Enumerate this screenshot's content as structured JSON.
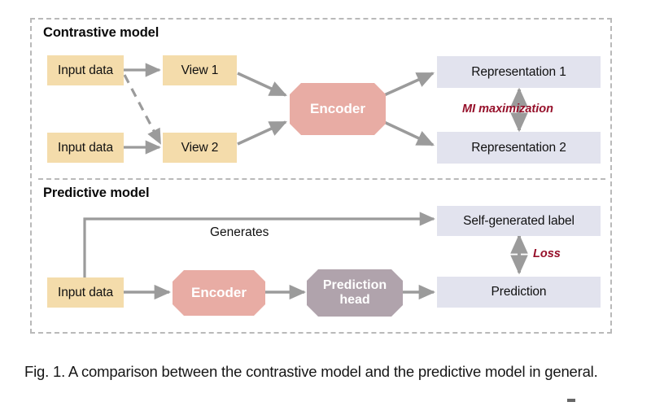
{
  "figure": {
    "caption": "Fig. 1. A comparison between the contrastive model and the predictive model in general.",
    "colors": {
      "input_box": "#f4dcab",
      "representation_box": "#e2e3ee",
      "encoder": "#e8aca4",
      "prediction_head": "#b0a3ac",
      "arrow": "#9b9b9b",
      "annotation_text": "#96102a",
      "frame_dashed": "#b9b9b9"
    }
  },
  "contrastive_panel": {
    "title": "Contrastive model",
    "nodes": {
      "input_data_top": "Input data",
      "input_data_bottom": "Input data",
      "view_1": "View 1",
      "view_2": "View 2",
      "encoder": "Encoder",
      "representation_1": "Representation 1",
      "representation_2": "Representation 2"
    },
    "annotations": {
      "mi_maximization": "MI maximization"
    },
    "edges": [
      {
        "from": "input_data_top",
        "to": "view_1",
        "style": "solid",
        "arrow": "single"
      },
      {
        "from": "input_data_top",
        "to": "view_2",
        "style": "dashed",
        "arrow": "single"
      },
      {
        "from": "input_data_bottom",
        "to": "view_2",
        "style": "solid",
        "arrow": "single"
      },
      {
        "from": "view_1",
        "to": "encoder",
        "style": "solid",
        "arrow": "single"
      },
      {
        "from": "view_2",
        "to": "encoder",
        "style": "solid",
        "arrow": "single"
      },
      {
        "from": "encoder",
        "to": "representation_1",
        "style": "solid",
        "arrow": "single"
      },
      {
        "from": "encoder",
        "to": "representation_2",
        "style": "solid",
        "arrow": "single"
      },
      {
        "from": "representation_1",
        "to": "representation_2",
        "style": "solid",
        "arrow": "double",
        "label": "MI maximization"
      }
    ]
  },
  "predictive_panel": {
    "title": "Predictive model",
    "nodes": {
      "input_data": "Input data",
      "encoder": "Encoder",
      "prediction_head": "Prediction\nhead",
      "prediction_head_line1": "Prediction",
      "prediction_head_line2": "head",
      "self_generated_label": "Self-generated label",
      "prediction": "Prediction"
    },
    "annotations": {
      "generates": "Generates",
      "loss": "Loss"
    },
    "edges": [
      {
        "from": "input_data",
        "to": "self_generated_label",
        "style": "solid",
        "arrow": "single",
        "label": "Generates",
        "routing": "elbow-up"
      },
      {
        "from": "input_data",
        "to": "encoder",
        "style": "solid",
        "arrow": "single"
      },
      {
        "from": "encoder",
        "to": "prediction_head",
        "style": "solid",
        "arrow": "single"
      },
      {
        "from": "prediction_head",
        "to": "prediction",
        "style": "solid",
        "arrow": "single"
      },
      {
        "from": "self_generated_label",
        "to": "prediction",
        "style": "solid",
        "arrow": "double",
        "label": "Loss"
      }
    ]
  }
}
